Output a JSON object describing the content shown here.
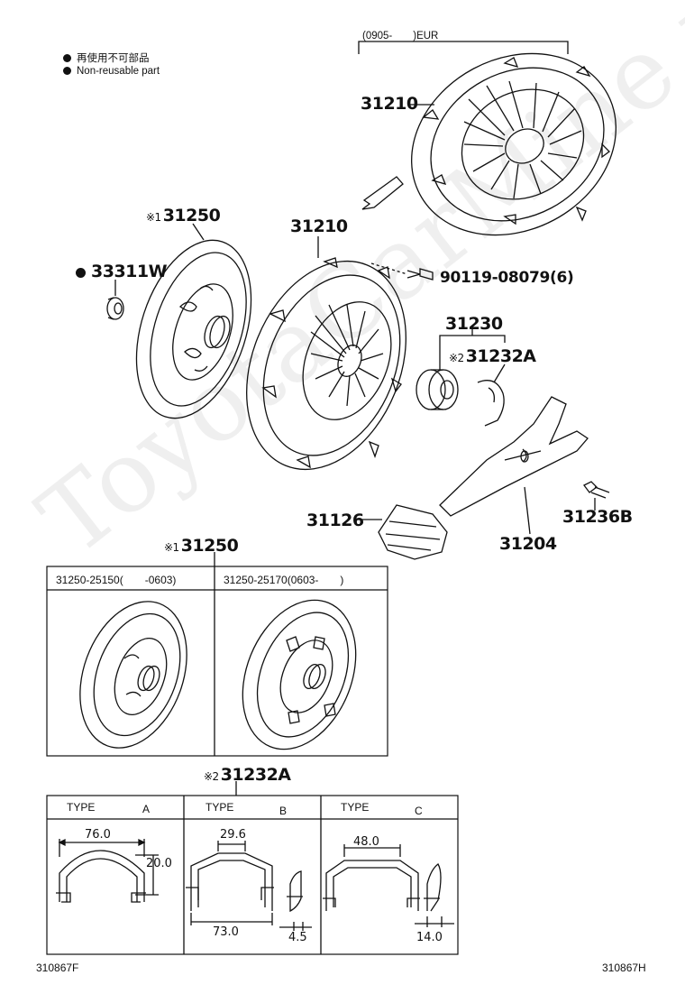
{
  "legend": {
    "line1_jp": "再使用不可部品",
    "line2_en": "Non-reusable part"
  },
  "watermark": "ToyotaCarMine.ru",
  "range_label_top": "(0905-　　)EUR",
  "parts": {
    "p31210_top": "31210",
    "p31210": "31210",
    "p31250": "31250",
    "p31250_mark": "※1",
    "p33311w": "33311W",
    "p90119": "90119-08079(6)",
    "p31230": "31230",
    "p31232a": "31232A",
    "p31232a_mark": "※2",
    "p31126": "31126",
    "p31204": "31204",
    "p31236b": "31236B"
  },
  "box1": {
    "title_mark": "※1",
    "title": "31250",
    "col1": "31250-25150(　　-0603)",
    "col2": "31250-25170(0603-　　)"
  },
  "box2": {
    "title_mark": "※2",
    "title": "31232A",
    "type_label": "TYPE",
    "types": [
      "A",
      "B",
      "C"
    ],
    "dims": {
      "a_width": "76.0",
      "a_height": "20.0",
      "b_top": "29.6",
      "b_bottom": "73.0",
      "b_side": "4.5",
      "c_top": "48.0",
      "c_side": "14.0"
    }
  },
  "footer": {
    "left_code": "310867F",
    "right_code": "310867H"
  }
}
